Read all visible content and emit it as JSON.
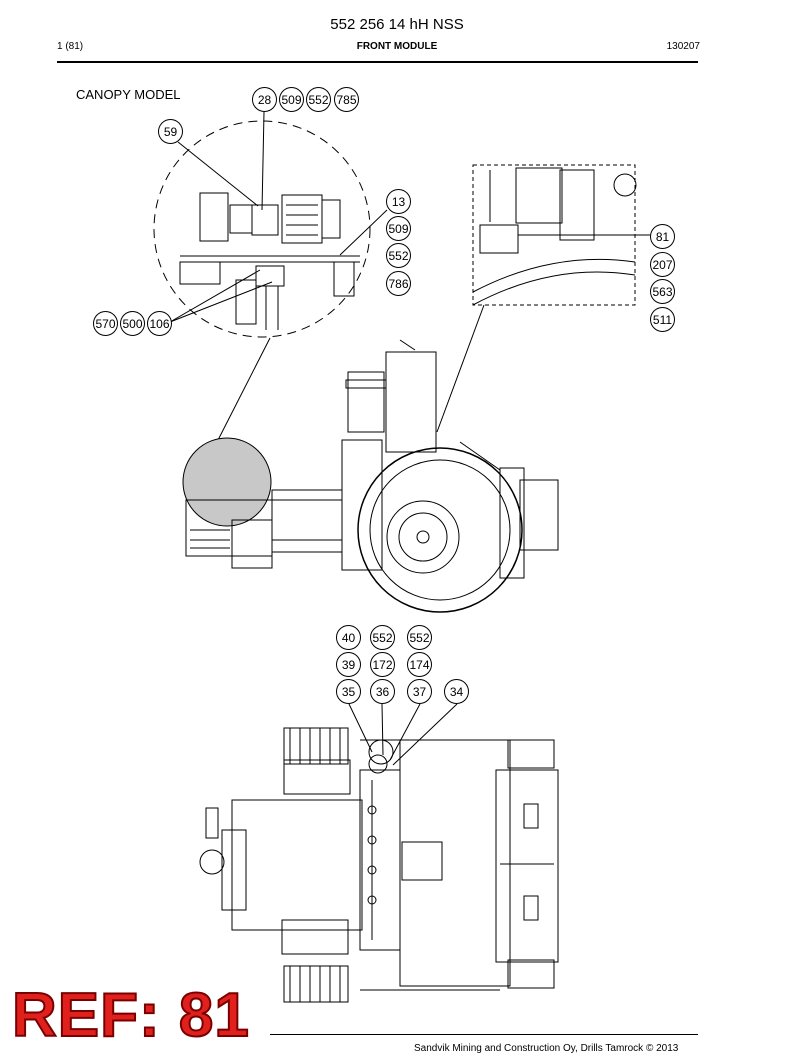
{
  "header": {
    "doc_title": "552 256 14 hH NSS",
    "page": "1 (81)",
    "module": "FRONT MODULE",
    "date": "130207"
  },
  "canopy_label": "CANOPY MODEL",
  "callouts": {
    "top": [
      "28",
      "509",
      "552",
      "785"
    ],
    "item59": "59",
    "center": [
      "13",
      "509",
      "552",
      "786"
    ],
    "left": [
      "570",
      "500",
      "106"
    ],
    "right": [
      "81",
      "207",
      "563",
      "511"
    ],
    "lower_row1": [
      "40",
      "552",
      "552"
    ],
    "lower_row2": [
      "39",
      "172",
      "174"
    ],
    "lower_row3": [
      "35",
      "36",
      "37",
      "34"
    ]
  },
  "ref_stamp": "REF: 81",
  "footer": "Sandvik Mining and Construction Oy, Drills Tamrock © 2013"
}
